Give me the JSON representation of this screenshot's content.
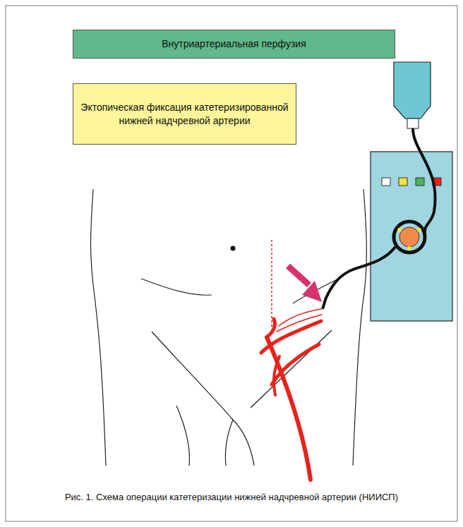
{
  "diagram": {
    "caption": "Рис. 1. Схема операции катетеризации нижней надчревной артерии (НИИСП)",
    "nodes": [
      {
        "text": [
          "Внутриартериальная перфузия"
        ]
      },
      {
        "text": [
          "Эктопическая фиксация катетеризированной нижней надчревной артерии"
        ]
      }
    ],
    "edges": []
  }
}
